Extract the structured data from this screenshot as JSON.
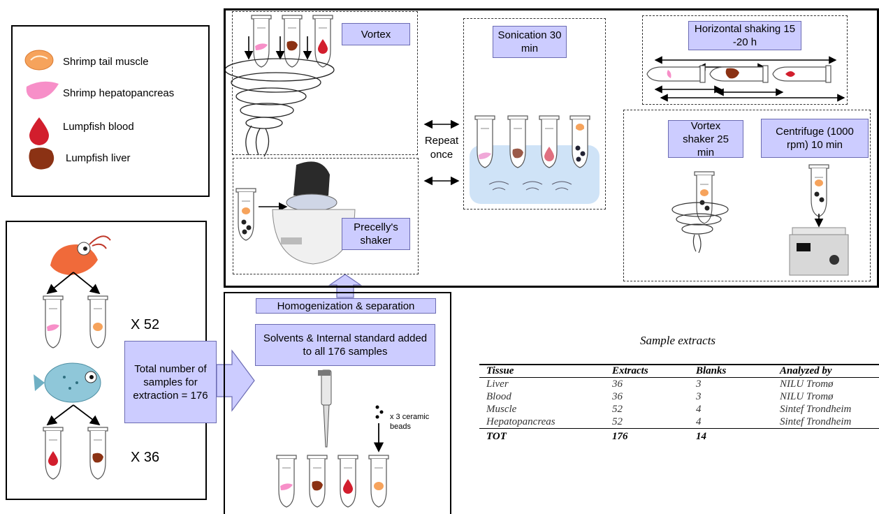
{
  "legend": {
    "items": [
      {
        "label": "Shrimp tail muscle"
      },
      {
        "label": "Shrimp hepatopancreas"
      },
      {
        "label": "Lumpfish blood"
      },
      {
        "label": "Lumpfish liver"
      }
    ]
  },
  "samples": {
    "shrimp_count": "X 52",
    "lumpfish_count": "X 36",
    "total_box": "Total number of samples for extraction = 176"
  },
  "prep": {
    "step_label": "Homogenization & separation",
    "solvents_box": "Solvents & Internal standard added to all 176 samples",
    "beads_label": "x 3 ceramic beads"
  },
  "process": {
    "vortex": "Vortex",
    "precelly": "Precelly's shaker",
    "repeat": "Repeat once",
    "sonication": "Sonication 30 min",
    "horizontal": "Horizontal shaking 15 -20 h",
    "vortex_shaker": "Vortex shaker 25 min",
    "centrifuge": "Centrifuge (1000 rpm) 10 min"
  },
  "table": {
    "title": "Sample extracts",
    "headers": [
      "Tissue",
      "Extracts",
      "Blanks",
      "Analyzed by"
    ],
    "rows": [
      [
        "Liver",
        "36",
        "3",
        "NILU Tromø"
      ],
      [
        "Blood",
        "36",
        "3",
        "NILU Tromø"
      ],
      [
        "Muscle",
        "52",
        "4",
        "Sintef Trondheim"
      ],
      [
        "Hepatopancreas",
        "52",
        "4",
        "Sintef Trondheim"
      ]
    ],
    "total": [
      "TOT",
      "176",
      "14",
      ""
    ]
  },
  "colors": {
    "label_box": "#ccccff",
    "shrimp_muscle": "#f4a460",
    "hepatopancreas": "#ff80c0",
    "blood": "#d21e2d",
    "liver": "#8b3214",
    "water": "#cfe3f7"
  }
}
